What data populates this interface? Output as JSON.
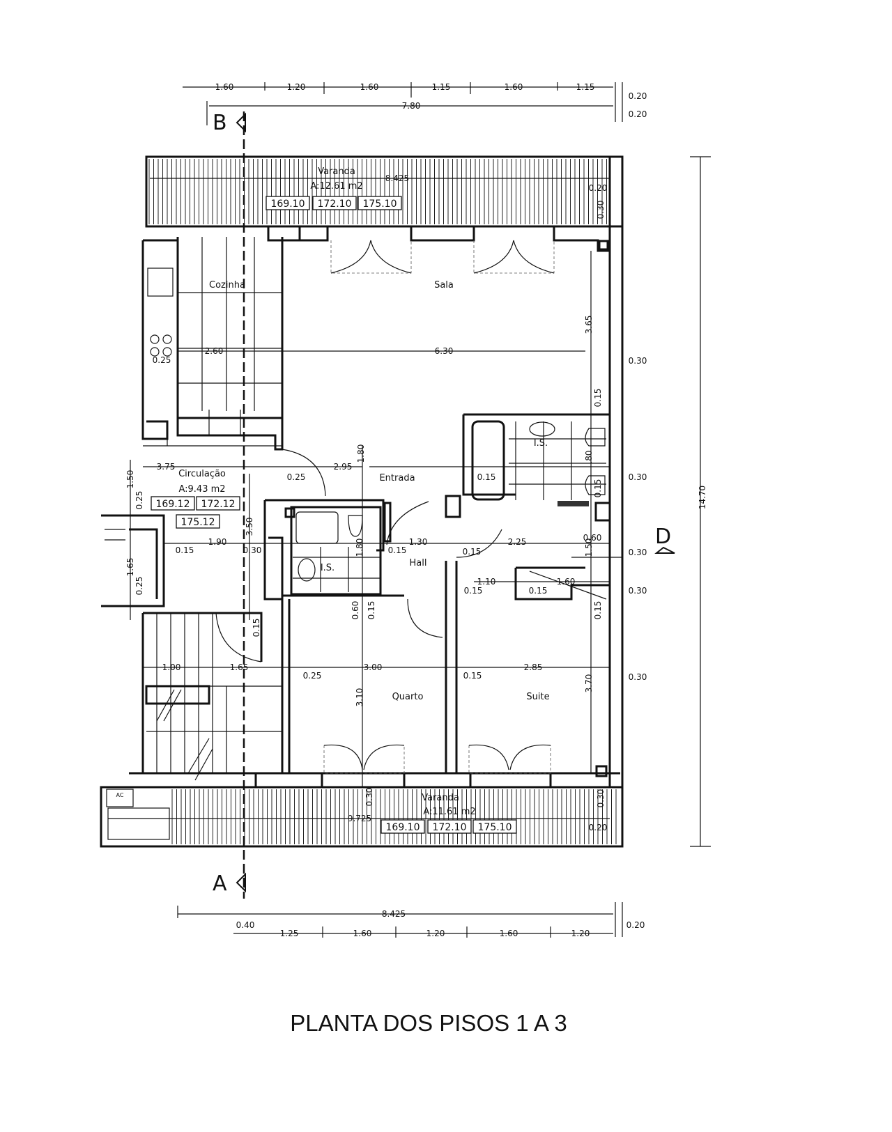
{
  "title": "PLANTA DOS PISOS 1 A 3",
  "sections": {
    "b": "B",
    "a": "A",
    "d": "D"
  },
  "rooms": {
    "varanda_top": {
      "name": "Varanda",
      "area": "A:12.61 m2",
      "levels": [
        "169.10",
        "172.10",
        "175.10"
      ]
    },
    "cozinha": {
      "name": "Cozinha"
    },
    "sala": {
      "name": "Sala"
    },
    "circulacao": {
      "name": "Circulação",
      "area": "A:9.43 m2",
      "levels": [
        "169.12",
        "172.12",
        "175.12"
      ]
    },
    "entrada": {
      "name": "Entrada"
    },
    "is_1": {
      "name": "I.S."
    },
    "is_2": {
      "name": "I.S."
    },
    "hall": {
      "name": "Hall"
    },
    "quarto": {
      "name": "Quarto"
    },
    "suite": {
      "name": "Suite"
    },
    "varanda_bottom": {
      "name": "Varanda",
      "area": "A:11.61 m2",
      "levels": [
        "169.10",
        "172.10",
        "175.10"
      ]
    },
    "ac": {
      "name": "AC"
    }
  },
  "dimensions": [
    "1.60",
    "1.20",
    "1.60",
    "1.15",
    "1.60",
    "1.15",
    "0.20",
    "7.80",
    "0.20",
    "8.425",
    "0.20",
    "0.30",
    "2.60",
    "0.25",
    "6.30",
    "3.65",
    "0.30",
    "0.15",
    "3.75",
    "0.25",
    "2.95",
    "1.80",
    "1.50",
    "0.25",
    "1.90",
    "0.15",
    "3.50",
    "0.30",
    "1.65",
    "0.25",
    "1.80",
    "0.15",
    "1.30",
    "0.15",
    "2.25",
    "0.60",
    "1.50",
    "0.30",
    ".80",
    "0.15",
    "0.30",
    "0.15",
    "1.10",
    "1.60",
    "0.15",
    "0.15",
    "0.30",
    "0.60",
    "0.15",
    "0.15",
    "0.15",
    "1.00",
    "1.65",
    "0.25",
    "3.00",
    "0.15",
    "2.85",
    "0.30",
    "3.70",
    "3.10",
    "0.30",
    "0.30",
    "9.725",
    "0.20",
    "8.425",
    "0.40",
    "1.25",
    "1.60",
    "1.20",
    "1.60",
    "1.20",
    "0.20",
    "14.70"
  ]
}
